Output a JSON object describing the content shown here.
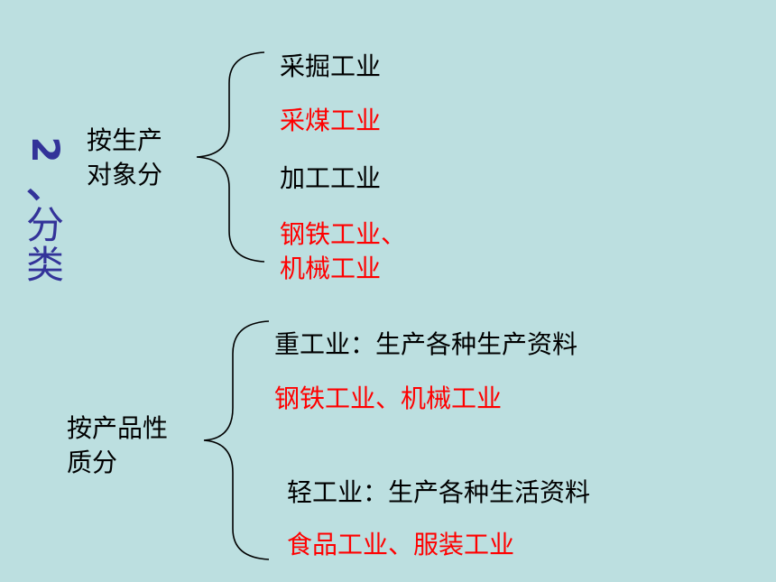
{
  "title": {
    "number": "2",
    "comma": "、",
    "char1": "分",
    "char2": "类"
  },
  "group1": {
    "label_line1": "按生产",
    "label_line2": "对象分",
    "items": [
      {
        "text": "采掘工业",
        "color": "#000000"
      },
      {
        "text": "采煤工业",
        "color": "#ff0000"
      },
      {
        "text": "加工工业",
        "color": "#000000"
      },
      {
        "text": "钢铁工业、",
        "color": "#ff0000"
      },
      {
        "text": "机械工业",
        "color": "#ff0000"
      }
    ]
  },
  "group2": {
    "label_line1": "按产品性",
    "label_line2": "质分",
    "items": [
      {
        "text": "重工业：生产各种生产资料",
        "color": "#000000"
      },
      {
        "text": "钢铁工业、机械工业",
        "color": "#ff0000"
      },
      {
        "text": "轻工业：生产各种生活资料",
        "color": "#000000"
      },
      {
        "text": "食品工业、服装工业",
        "color": "#ff0000"
      }
    ]
  },
  "colors": {
    "background": "#bcdfe0",
    "title": "#333399",
    "emphasis": "#ff0000",
    "text": "#000000"
  }
}
